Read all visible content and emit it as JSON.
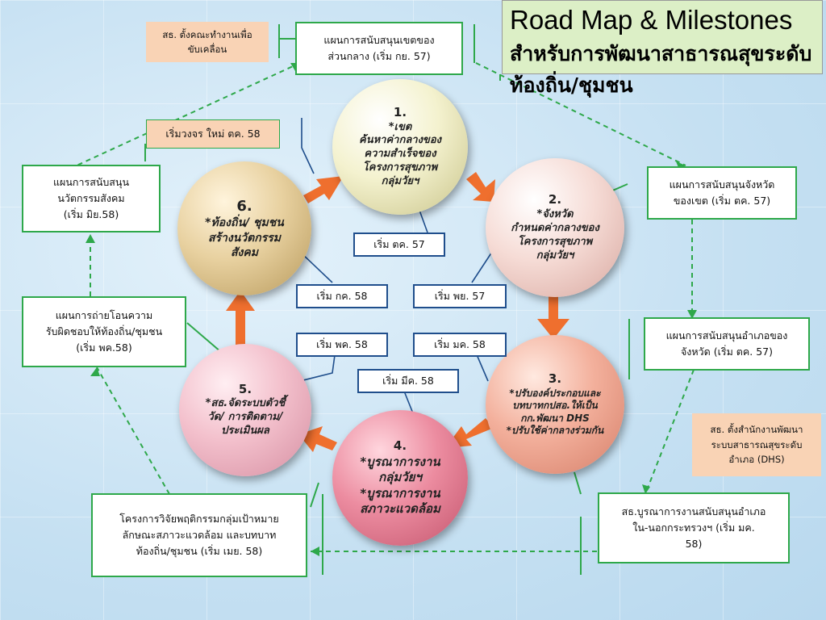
{
  "title": {
    "line1": "Road Map & Milestones",
    "line2": "สำหรับการพัฒนาสาธารณสุขระดับท้องถิ่น/ชุมชน"
  },
  "balls": [
    {
      "num": "1.",
      "text": "*เขต\nค้นหาค่ากลางของ\nความสำเร็จของ\nโครงการสุขภาพ\nกลุ่มวัยฯ"
    },
    {
      "num": "2.",
      "text": "*จังหวัด\nกำหนดค่ากลางของ\nโครงการสุขภาพ\nกลุ่มวัยฯ"
    },
    {
      "num": "3.",
      "text": "*ปรับองค์ประกอบและ\nบทบาทกปสอ.ให้เป็น\nกก.พัฒนา DHS\n*ปรับใช้ค่ากลางร่วมกัน"
    },
    {
      "num": "4.",
      "text": "*บูรณาการงาน\nกลุ่มวัยฯ\n*บูรณาการงาน\nสภาวะแวดล้อม"
    },
    {
      "num": "5.",
      "text": "*สธ.จัดระบบตัวชี้\nวัด/ การติดตาม/\nประเมินผล"
    },
    {
      "num": "6.",
      "text": "*ท้องถิ่น/ ชุมชน\nสร้างนวัตกรรม\nสังคม"
    }
  ],
  "date_labels": [
    "เริ่ม ตค. 57",
    "เริ่ม พย. 57",
    "เริ่ม มค. 58",
    "เริ่ม มีค. 58",
    "เริ่ม พค. 58",
    "เริ่ม กค. 58"
  ],
  "plans": {
    "central": "แผนการสนับสนุนเขตของ\nส่วนกลาง (เริ่ม กย. 57)",
    "province": "แผนการสนับสนุนจังหวัด\nของเขต (เริ่ม ตค. 57)",
    "district": "แผนการสนับสนุนอำเภอของ\nจังหวัด (เริ่ม ตค. 57)",
    "integration": "สธ.บูรณาการงานสนับสนุนอำเภอ\nใน-นอกกระทรวงฯ (เริ่ม มค.\n58)",
    "research": "โครงการวิจัยพฤติกรรมกลุ่มเป้าหมาย\nลักษณะสภาวะแวดล้อม และบทบาท\nท้องถิ่น/ชุมชน (เริ่ม เมย. 58)",
    "transfer": "แผนการถ่ายโอนความ\nรับผิดชอบให้ท้องถิ่น/ชุมชน\n(เริ่ม พค.58)",
    "innovation": "แผนการสนับสนุน\nนวัตกรรมสังคม\n(เริ่ม มิย.58)"
  },
  "notes": {
    "committee": "สธ. ตั้งคณะทำงานเพื่อ\nขับเคลื่อน",
    "dhs_office": "สธ. ตั้งสำนักงานพัฒนา\nระบบสาธารณสุขระดับ\nอำเภอ (DHS)",
    "new_cycle": "เริ่มวงจร ใหม่ ตค. 58"
  },
  "colors": {
    "green_border": "#2ea84a",
    "blue_border": "#1f4e8c",
    "arrow": "#f07a3c",
    "peach": "#f9d3b5",
    "title_bg": "#dcefc6"
  }
}
